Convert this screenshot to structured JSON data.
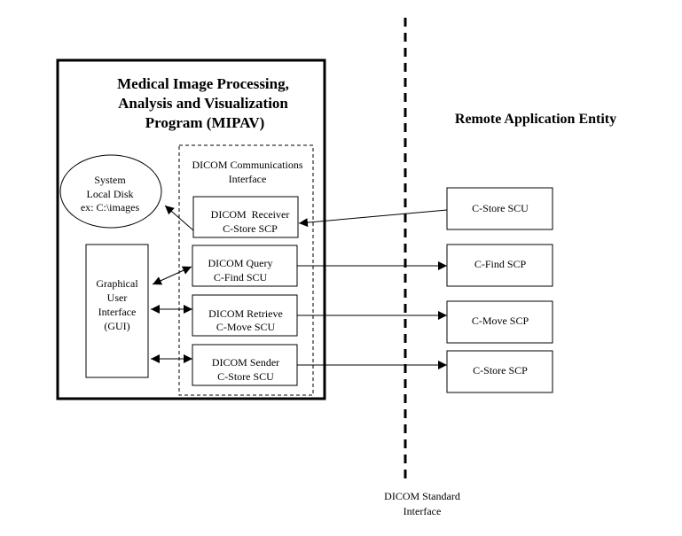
{
  "mipav": {
    "title_lines": [
      "Medical Image Processing,",
      "Analysis and Visualization",
      "Program (MIPAV)"
    ]
  },
  "interface_group": {
    "title_lines": [
      "DICOM Communications",
      "Interface"
    ]
  },
  "local_disk": {
    "lines": [
      "System",
      "Local Disk",
      "ex: C:\\images"
    ]
  },
  "gui": {
    "lines": [
      "Graphical",
      "User",
      "Interface",
      "(GUI)"
    ]
  },
  "modules": [
    {
      "lines": [
        "DICOM  Receiver",
        "C-Store SCP"
      ]
    },
    {
      "lines": [
        "DICOM Query",
        "C-Find SCU"
      ]
    },
    {
      "lines": [
        "DICOM Retrieve",
        "C-Move SCU"
      ]
    },
    {
      "lines": [
        "DICOM Sender",
        "C-Store SCU"
      ]
    }
  ],
  "remote": {
    "title": "Remote Application Entity",
    "boxes": [
      "C-Store SCU",
      "C-Find SCP",
      "C-Move SCP",
      "C-Store SCP"
    ]
  },
  "boundary": {
    "label_lines": [
      "DICOM Standard",
      "Interface"
    ]
  }
}
